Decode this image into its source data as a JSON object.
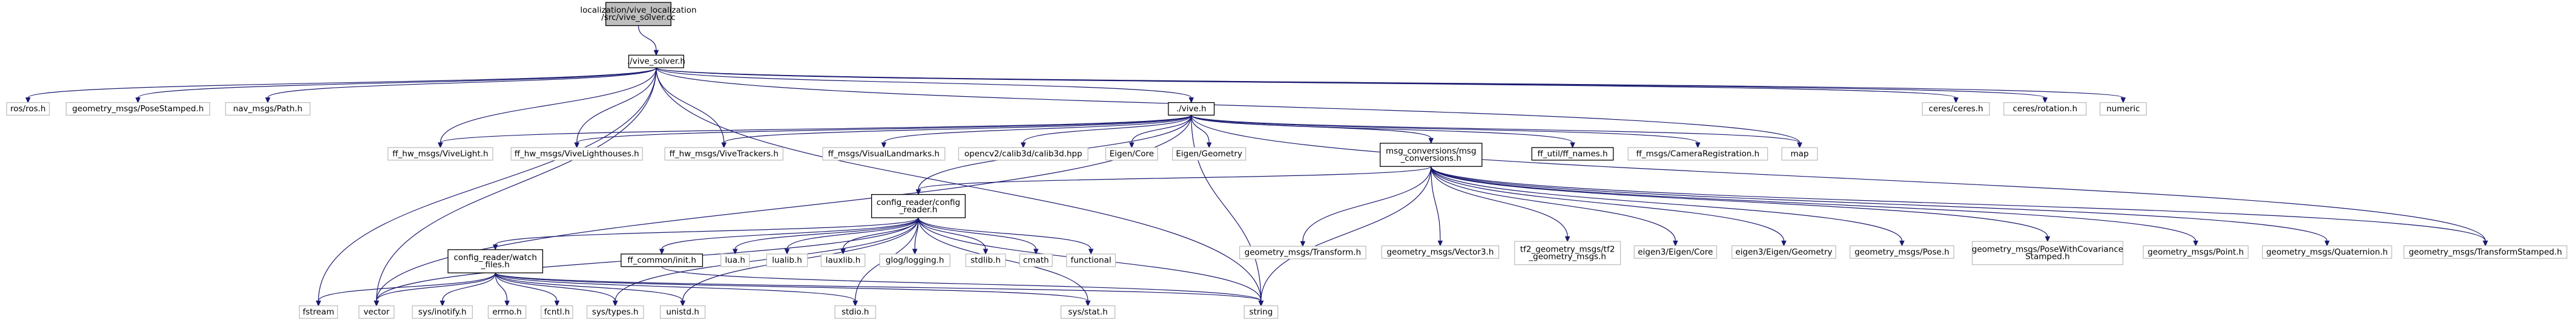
{
  "colors": {
    "edge": "#191970",
    "node_fill": "#ffffff",
    "node_border_grey": "#bfbfbf",
    "node_border_black": "#000000",
    "root_fill": "#bfbfbf"
  },
  "nodes": [
    {
      "id": "root",
      "lines": [
        "localization/vive_localization",
        "/src/vive_solver.cc"
      ],
      "style": "root"
    },
    {
      "id": "vive_solver_h",
      "lines": [
        "./vive_solver.h"
      ],
      "style": "linked"
    },
    {
      "id": "ros_h",
      "lines": [
        "ros/ros.h"
      ],
      "style": "external"
    },
    {
      "id": "posestamped",
      "lines": [
        "geometry_msgs/PoseStamped.h"
      ],
      "style": "external"
    },
    {
      "id": "path",
      "lines": [
        "nav_msgs/Path.h"
      ],
      "style": "external"
    },
    {
      "id": "ceres",
      "lines": [
        "ceres/ceres.h"
      ],
      "style": "external"
    },
    {
      "id": "rotation",
      "lines": [
        "ceres/rotation.h"
      ],
      "style": "external"
    },
    {
      "id": "numeric",
      "lines": [
        "numeric"
      ],
      "style": "external"
    },
    {
      "id": "vive_h",
      "lines": [
        "./vive.h"
      ],
      "style": "linked"
    },
    {
      "id": "vivelight",
      "lines": [
        "ff_hw_msgs/ViveLight.h"
      ],
      "style": "external"
    },
    {
      "id": "vivelighthouses",
      "lines": [
        "ff_hw_msgs/ViveLighthouses.h"
      ],
      "style": "external"
    },
    {
      "id": "vivetrackers",
      "lines": [
        "ff_hw_msgs/ViveTrackers.h"
      ],
      "style": "external"
    },
    {
      "id": "visuallandmarks",
      "lines": [
        "ff_msgs/VisualLandmarks.h"
      ],
      "style": "external"
    },
    {
      "id": "calib3d",
      "lines": [
        "opencv2/calib3d/calib3d.hpp"
      ],
      "style": "external"
    },
    {
      "id": "eigencore",
      "lines": [
        "Eigen/Core"
      ],
      "style": "external"
    },
    {
      "id": "eigengeom",
      "lines": [
        "Eigen/Geometry"
      ],
      "style": "external"
    },
    {
      "id": "msgconv",
      "lines": [
        "msg_conversions/msg",
        "_conversions.h"
      ],
      "style": "linked"
    },
    {
      "id": "ffnames",
      "lines": [
        "ff_util/ff_names.h"
      ],
      "style": "linked"
    },
    {
      "id": "camreg",
      "lines": [
        "ff_msgs/CameraRegistration.h"
      ],
      "style": "external"
    },
    {
      "id": "map",
      "lines": [
        "map"
      ],
      "style": "external"
    },
    {
      "id": "configreader",
      "lines": [
        "config_reader/config",
        "_reader.h"
      ],
      "style": "linked"
    },
    {
      "id": "transform",
      "lines": [
        "geometry_msgs/Transform.h"
      ],
      "style": "external"
    },
    {
      "id": "vector3",
      "lines": [
        "geometry_msgs/Vector3.h"
      ],
      "style": "external"
    },
    {
      "id": "tf2geom",
      "lines": [
        "tf2_geometry_msgs/tf2",
        "_geometry_msgs.h"
      ],
      "style": "external"
    },
    {
      "id": "eigen3core",
      "lines": [
        "eigen3/Eigen/Core"
      ],
      "style": "external"
    },
    {
      "id": "eigen3geom",
      "lines": [
        "eigen3/Eigen/Geometry"
      ],
      "style": "external"
    },
    {
      "id": "pose",
      "lines": [
        "geometry_msgs/Pose.h"
      ],
      "style": "external"
    },
    {
      "id": "posecov",
      "lines": [
        "geometry_msgs/PoseWithCovariance",
        "Stamped.h"
      ],
      "style": "external"
    },
    {
      "id": "point",
      "lines": [
        "geometry_msgs/Point.h"
      ],
      "style": "external"
    },
    {
      "id": "quaternion",
      "lines": [
        "geometry_msgs/Quaternion.h"
      ],
      "style": "external"
    },
    {
      "id": "tfstamped",
      "lines": [
        "geometry_msgs/TransformStamped.h"
      ],
      "style": "external"
    },
    {
      "id": "watchfiles",
      "lines": [
        "config_reader/watch",
        "_files.h"
      ],
      "style": "linked"
    },
    {
      "id": "ffinit",
      "lines": [
        "ff_common/init.h"
      ],
      "style": "linked"
    },
    {
      "id": "lua",
      "lines": [
        "lua.h"
      ],
      "style": "external"
    },
    {
      "id": "lualib",
      "lines": [
        "lualib.h"
      ],
      "style": "external"
    },
    {
      "id": "lauxlib",
      "lines": [
        "lauxlib.h"
      ],
      "style": "external"
    },
    {
      "id": "glog",
      "lines": [
        "glog/logging.h"
      ],
      "style": "external"
    },
    {
      "id": "stdlib",
      "lines": [
        "stdlib.h"
      ],
      "style": "external"
    },
    {
      "id": "cmath",
      "lines": [
        "cmath"
      ],
      "style": "external"
    },
    {
      "id": "functional",
      "lines": [
        "functional"
      ],
      "style": "external"
    },
    {
      "id": "fstream",
      "lines": [
        "fstream"
      ],
      "style": "external"
    },
    {
      "id": "vector",
      "lines": [
        "vector"
      ],
      "style": "external"
    },
    {
      "id": "inotify",
      "lines": [
        "sys/inotify.h"
      ],
      "style": "external"
    },
    {
      "id": "errno",
      "lines": [
        "errno.h"
      ],
      "style": "external"
    },
    {
      "id": "fcntl",
      "lines": [
        "fcntl.h"
      ],
      "style": "external"
    },
    {
      "id": "systypes",
      "lines": [
        "sys/types.h"
      ],
      "style": "external"
    },
    {
      "id": "unistd",
      "lines": [
        "unistd.h"
      ],
      "style": "external"
    },
    {
      "id": "stdio",
      "lines": [
        "stdio.h"
      ],
      "style": "external"
    },
    {
      "id": "sysstat",
      "lines": [
        "sys/stat.h"
      ],
      "style": "external"
    },
    {
      "id": "string",
      "lines": [
        "string"
      ],
      "style": "external"
    }
  ],
  "edges": [
    [
      "root",
      "vive_solver_h"
    ],
    [
      "vive_solver_h",
      "ros_h"
    ],
    [
      "vive_solver_h",
      "posestamped"
    ],
    [
      "vive_solver_h",
      "path"
    ],
    [
      "vive_solver_h",
      "ceres"
    ],
    [
      "vive_solver_h",
      "rotation"
    ],
    [
      "vive_solver_h",
      "numeric"
    ],
    [
      "vive_solver_h",
      "vive_h"
    ],
    [
      "vive_solver_h",
      "vivelight"
    ],
    [
      "vive_solver_h",
      "vivelighthouses"
    ],
    [
      "vive_solver_h",
      "vivetrackers"
    ],
    [
      "vive_solver_h",
      "map"
    ],
    [
      "vive_solver_h",
      "fstream"
    ],
    [
      "vive_solver_h",
      "vector"
    ],
    [
      "vive_solver_h",
      "string"
    ],
    [
      "vive_h",
      "vivelight"
    ],
    [
      "vive_h",
      "vivelighthouses"
    ],
    [
      "vive_h",
      "vivetrackers"
    ],
    [
      "vive_h",
      "visuallandmarks"
    ],
    [
      "vive_h",
      "calib3d"
    ],
    [
      "vive_h",
      "eigencore"
    ],
    [
      "vive_h",
      "eigengeom"
    ],
    [
      "vive_h",
      "msgconv"
    ],
    [
      "vive_h",
      "ffnames"
    ],
    [
      "vive_h",
      "camreg"
    ],
    [
      "vive_h",
      "map"
    ],
    [
      "vive_h",
      "configreader"
    ],
    [
      "vive_h",
      "tfstamped"
    ],
    [
      "vive_h",
      "vector"
    ],
    [
      "vive_h",
      "string"
    ],
    [
      "msgconv",
      "transform"
    ],
    [
      "msgconv",
      "vector3"
    ],
    [
      "msgconv",
      "tf2geom"
    ],
    [
      "msgconv",
      "eigen3core"
    ],
    [
      "msgconv",
      "eigen3geom"
    ],
    [
      "msgconv",
      "pose"
    ],
    [
      "msgconv",
      "posecov"
    ],
    [
      "msgconv",
      "point"
    ],
    [
      "msgconv",
      "quaternion"
    ],
    [
      "msgconv",
      "tfstamped"
    ],
    [
      "msgconv",
      "configreader"
    ],
    [
      "msgconv",
      "string"
    ],
    [
      "configreader",
      "watchfiles"
    ],
    [
      "configreader",
      "ffinit"
    ],
    [
      "configreader",
      "lua"
    ],
    [
      "configreader",
      "lualib"
    ],
    [
      "configreader",
      "lauxlib"
    ],
    [
      "configreader",
      "glog"
    ],
    [
      "configreader",
      "stdlib"
    ],
    [
      "configreader",
      "cmath"
    ],
    [
      "configreader",
      "functional"
    ],
    [
      "configreader",
      "string"
    ],
    [
      "configreader",
      "vector"
    ],
    [
      "configreader",
      "systypes"
    ],
    [
      "configreader",
      "unistd"
    ],
    [
      "configreader",
      "stdio"
    ],
    [
      "configreader",
      "sysstat"
    ],
    [
      "watchfiles",
      "fstream"
    ],
    [
      "watchfiles",
      "vector"
    ],
    [
      "watchfiles",
      "inotify"
    ],
    [
      "watchfiles",
      "errno"
    ],
    [
      "watchfiles",
      "fcntl"
    ],
    [
      "watchfiles",
      "systypes"
    ],
    [
      "watchfiles",
      "unistd"
    ],
    [
      "watchfiles",
      "stdio"
    ],
    [
      "watchfiles",
      "sysstat"
    ],
    [
      "watchfiles",
      "string"
    ],
    [
      "ffinit",
      "string"
    ]
  ]
}
